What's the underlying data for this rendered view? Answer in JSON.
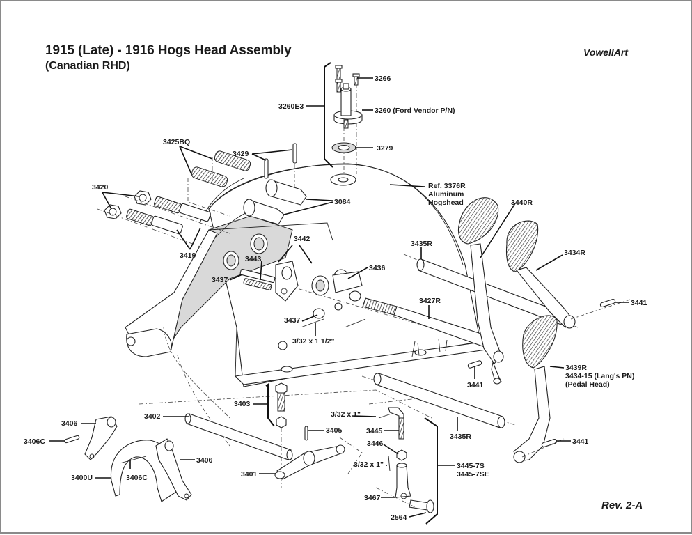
{
  "header": {
    "title": "1915 (Late) - 1916 Hogs Head Assembly",
    "subtitle": "(Canadian RHD)",
    "brand": "VowellArt",
    "revision": "Rev. 2-A"
  },
  "colors": {
    "line": "#222222",
    "shade": "#d9d9d9",
    "border": "#8a8a8a",
    "background": "#ffffff"
  },
  "callouts": {
    "c3266": "3266",
    "c3260E3": "3260E3",
    "c3260": "3260 (Ford Vendor P/N)",
    "c3279": "3279",
    "c3425BQ": "3425BQ",
    "c3429": "3429",
    "c3420": "3420",
    "c3084": "3084",
    "c3376R_1": "Ref. 3376R",
    "c3376R_2": "Aluminum",
    "c3376R_3": "Hogshead",
    "c3440R": "3440R",
    "c3419": "3419",
    "c3442": "3442",
    "c3435R_top": "3435R",
    "c3434R": "3434R",
    "c3443": "3443",
    "c3437_top": "3437",
    "c3436": "3436",
    "c3427R": "3427R",
    "c3441_right": "3441",
    "c3437_bottom": "3437",
    "pin_1_5": "3/32 x 1 1/2\"",
    "c3439R_1": "3439R",
    "c3439R_2": "3434-15 (Lang's PN)",
    "c3439R_3": "(Pedal Head)",
    "c3441_mid": "3441",
    "c3403": "3403",
    "c3402": "3402",
    "pin_1_top": "3/32 x 1\"",
    "c3406_left": "3406",
    "c3405": "3405",
    "c3445": "3445",
    "c3435R_bottom": "3435R",
    "c3441_bottom": "3441",
    "c3406C_left": "3406C",
    "c3446": "3446",
    "c3406_right": "3406",
    "pin_1_bottom": "3/32 x 1\"",
    "c3445_7S": "3445-7S",
    "c3445_7SE": "3445-7SE",
    "c3400U": "3400U",
    "c3406C_mid": "3406C",
    "c3401": "3401",
    "c3467": "3467",
    "c2564": "2564"
  }
}
